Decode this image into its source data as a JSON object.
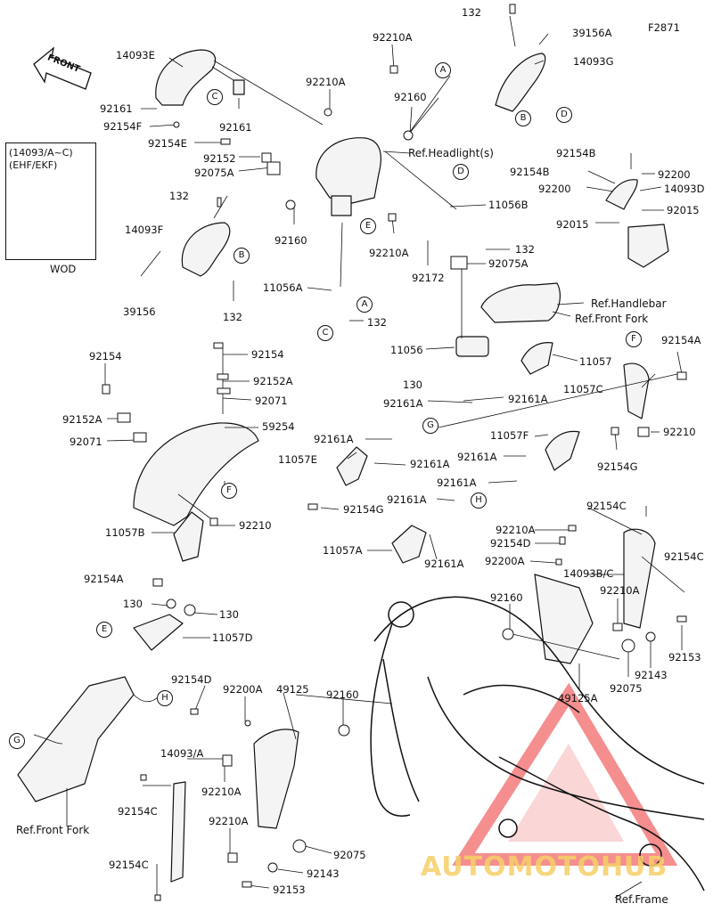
{
  "diagram": {
    "figure_code": "F2871",
    "front_label": "FRONT",
    "inset": {
      "line1": "(14093/A~C)",
      "line2": "(EHF/EKF)",
      "bottom": "WOD"
    },
    "watermark": "AUTOMOTOHUB",
    "labels": {
      "l132_top": "132",
      "l39156A": "39156A",
      "l14093E": "14093E",
      "l92210A_1": "92210A",
      "l14093G": "14093G",
      "l92161_1": "92161",
      "l92154F": "92154F",
      "l92161_2": "92161",
      "l92210A_2": "92210A",
      "l92160_1": "92160",
      "l92154E": "92154E",
      "l92152": "92152",
      "l92075A_1": "92075A",
      "lRefHeadlight": "Ref.Headlight(s)",
      "l92154B_1": "92154B",
      "l92154B_2": "92154B",
      "l92200_1": "92200",
      "l92200_2": "92200",
      "l14093D": "14093D",
      "l92015_1": "92015",
      "l92015_2": "92015",
      "l132_2": "132",
      "l11056B": "11056B",
      "l14093F": "14093F",
      "l92160_2": "92160",
      "l92210A_3": "92210A",
      "l132_3": "132",
      "l92075A_2": "92075A",
      "l92172": "92172",
      "l39156": "39156",
      "l132_4": "132",
      "l11056A": "11056A",
      "l132_5": "132",
      "lRefHandlebar": "Ref.Handlebar",
      "lRefFrontFork_1": "Ref.Front Fork",
      "l11056": "11056",
      "l11057": "11057",
      "l92154_1": "92154",
      "l92154_2": "92154",
      "l92152A_1": "92152A",
      "l92071_1": "92071",
      "l92154A_1": "92154A",
      "l11057C": "11057C",
      "l130_1": "130",
      "l92161A_1": "92161A",
      "l92161A_2": "92161A",
      "l92152A_2": "92152A",
      "l92071_2": "92071",
      "l59254": "59254",
      "l92161A_3": "92161A",
      "l11057E": "11057E",
      "l92161A_4": "92161A",
      "l11057F": "11057F",
      "l92210_1": "92210",
      "l92161A_5": "92161A",
      "l92154G_1": "92154G",
      "l92161A_6": "92161A",
      "l92161A_7": "92161A",
      "l92154G_2": "92154G",
      "l92154C_1": "92154C",
      "l11057B": "11057B",
      "l92210_2": "92210",
      "l92210A_4": "92210A",
      "l92154D_1": "92154D",
      "l11057A": "11057A",
      "l92161A_8": "92161A",
      "l92200A_1": "92200A",
      "l92154C_2": "92154C",
      "l14093BC": "14093B/C",
      "l92154A_2": "92154A",
      "l92210A_5": "92210A",
      "l130_2": "130",
      "l130_3": "130",
      "l92160_3": "92160",
      "l11057D": "11057D",
      "l92153_1": "92153",
      "l92143_1": "92143",
      "l92075_1": "92075",
      "l49125A": "49125A",
      "l92154D_2": "92154D",
      "l92200A_2": "92200A",
      "l49125": "49125",
      "l92160_4": "92160",
      "l14093A": "14093/A",
      "l92210A_6": "92210A",
      "l92154C_3": "92154C",
      "lRefFrontFork_2": "Ref.Front Fork",
      "l92210A_7": "92210A",
      "l92075_2": "92075",
      "l92154C_4": "92154C",
      "l92143_2": "92143",
      "l92153_2": "92153",
      "lRefFrame": "Ref.Frame"
    },
    "callouts": [
      "A",
      "B",
      "C",
      "D",
      "E",
      "F",
      "G",
      "H"
    ]
  }
}
